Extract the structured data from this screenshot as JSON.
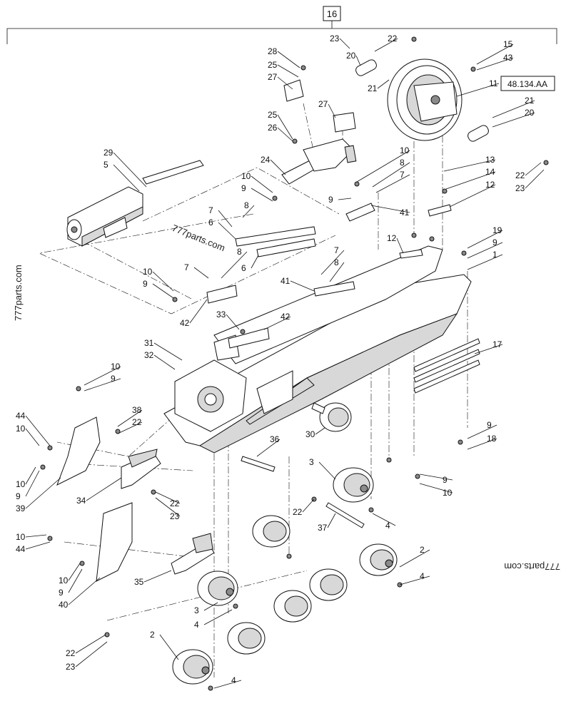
{
  "diagram": {
    "assembly_label": "16",
    "reference_box": "48.134.AA",
    "watermarks": [
      "777parts.com",
      "777parts.com",
      "777parts.com"
    ],
    "callouts": [
      {
        "id": "c-23a",
        "text": "23"
      },
      {
        "id": "c-22a",
        "text": "22"
      },
      {
        "id": "c-20a",
        "text": "20"
      },
      {
        "id": "c-21a",
        "text": "21"
      },
      {
        "id": "c-15",
        "text": "15"
      },
      {
        "id": "c-43",
        "text": "43"
      },
      {
        "id": "c-11",
        "text": "11"
      },
      {
        "id": "c-21b",
        "text": "21"
      },
      {
        "id": "c-20b",
        "text": "20"
      },
      {
        "id": "c-28",
        "text": "28"
      },
      {
        "id": "c-25a",
        "text": "25"
      },
      {
        "id": "c-27a",
        "text": "27"
      },
      {
        "id": "c-27b",
        "text": "27"
      },
      {
        "id": "c-25b",
        "text": "25"
      },
      {
        "id": "c-26",
        "text": "26"
      },
      {
        "id": "c-29",
        "text": "29"
      },
      {
        "id": "c-5",
        "text": "5"
      },
      {
        "id": "c-24",
        "text": "24"
      },
      {
        "id": "c-10a",
        "text": "10"
      },
      {
        "id": "c-8a",
        "text": "8"
      },
      {
        "id": "c-7a",
        "text": "7"
      },
      {
        "id": "c-13",
        "text": "13"
      },
      {
        "id": "c-14",
        "text": "14"
      },
      {
        "id": "c-12a",
        "text": "12"
      },
      {
        "id": "c-22b",
        "text": "22"
      },
      {
        "id": "c-23b",
        "text": "23"
      },
      {
        "id": "c-9a",
        "text": "9"
      },
      {
        "id": "c-41a",
        "text": "41"
      },
      {
        "id": "c-10b",
        "text": "10"
      },
      {
        "id": "c-9b",
        "text": "9"
      },
      {
        "id": "c-8b",
        "text": "8"
      },
      {
        "id": "c-7b",
        "text": "7"
      },
      {
        "id": "c-6a",
        "text": "6"
      },
      {
        "id": "c-12b",
        "text": "12"
      },
      {
        "id": "c-19",
        "text": "19"
      },
      {
        "id": "c-9c",
        "text": "9"
      },
      {
        "id": "c-1",
        "text": "1"
      },
      {
        "id": "c-8c",
        "text": "8"
      },
      {
        "id": "c-6b",
        "text": "6"
      },
      {
        "id": "c-7c",
        "text": "7"
      },
      {
        "id": "c-8d",
        "text": "8"
      },
      {
        "id": "c-10c",
        "text": "10"
      },
      {
        "id": "c-9d",
        "text": "9"
      },
      {
        "id": "c-7d",
        "text": "7"
      },
      {
        "id": "c-41b",
        "text": "41"
      },
      {
        "id": "c-42a",
        "text": "42"
      },
      {
        "id": "c-33",
        "text": "33"
      },
      {
        "id": "c-42b",
        "text": "42"
      },
      {
        "id": "c-17",
        "text": "17"
      },
      {
        "id": "c-31",
        "text": "31"
      },
      {
        "id": "c-32",
        "text": "32"
      },
      {
        "id": "c-10d",
        "text": "10"
      },
      {
        "id": "c-9e",
        "text": "9"
      },
      {
        "id": "c-38",
        "text": "38"
      },
      {
        "id": "c-22c",
        "text": "22"
      },
      {
        "id": "c-44a",
        "text": "44"
      },
      {
        "id": "c-10e",
        "text": "10"
      },
      {
        "id": "c-30",
        "text": "30"
      },
      {
        "id": "c-9f",
        "text": "9"
      },
      {
        "id": "c-18",
        "text": "18"
      },
      {
        "id": "c-10f",
        "text": "10"
      },
      {
        "id": "c-9g",
        "text": "9"
      },
      {
        "id": "c-39",
        "text": "39"
      },
      {
        "id": "c-36",
        "text": "36"
      },
      {
        "id": "c-34",
        "text": "34"
      },
      {
        "id": "c-3a",
        "text": "3"
      },
      {
        "id": "c-9h",
        "text": "9"
      },
      {
        "id": "c-10g",
        "text": "10"
      },
      {
        "id": "c-22d",
        "text": "22"
      },
      {
        "id": "c-23c",
        "text": "23"
      },
      {
        "id": "c-22e",
        "text": "22"
      },
      {
        "id": "c-37",
        "text": "37"
      },
      {
        "id": "c-4a",
        "text": "4"
      },
      {
        "id": "c-10h",
        "text": "10"
      },
      {
        "id": "c-44b",
        "text": "44"
      },
      {
        "id": "c-2a",
        "text": "2"
      },
      {
        "id": "c-10i",
        "text": "10"
      },
      {
        "id": "c-9i",
        "text": "9"
      },
      {
        "id": "c-40",
        "text": "40"
      },
      {
        "id": "c-35",
        "text": "35"
      },
      {
        "id": "c-4b",
        "text": "4"
      },
      {
        "id": "c-3b",
        "text": "3"
      },
      {
        "id": "c-4c",
        "text": "4"
      },
      {
        "id": "c-2b",
        "text": "2"
      },
      {
        "id": "c-22f",
        "text": "22"
      },
      {
        "id": "c-23d",
        "text": "23"
      },
      {
        "id": "c-4d",
        "text": "4"
      }
    ]
  }
}
